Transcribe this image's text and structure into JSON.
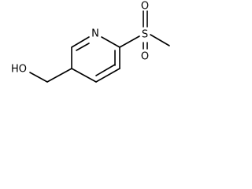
{
  "structure": {
    "atoms": {
      "ring_nitrogen": "N",
      "sulfur": "S",
      "oxygen_top": "O",
      "oxygen_bottom": "O",
      "hydroxyl": "HO"
    }
  },
  "colors": {
    "bond": "#000000",
    "label": "#000000",
    "background": "#ffffff"
  }
}
